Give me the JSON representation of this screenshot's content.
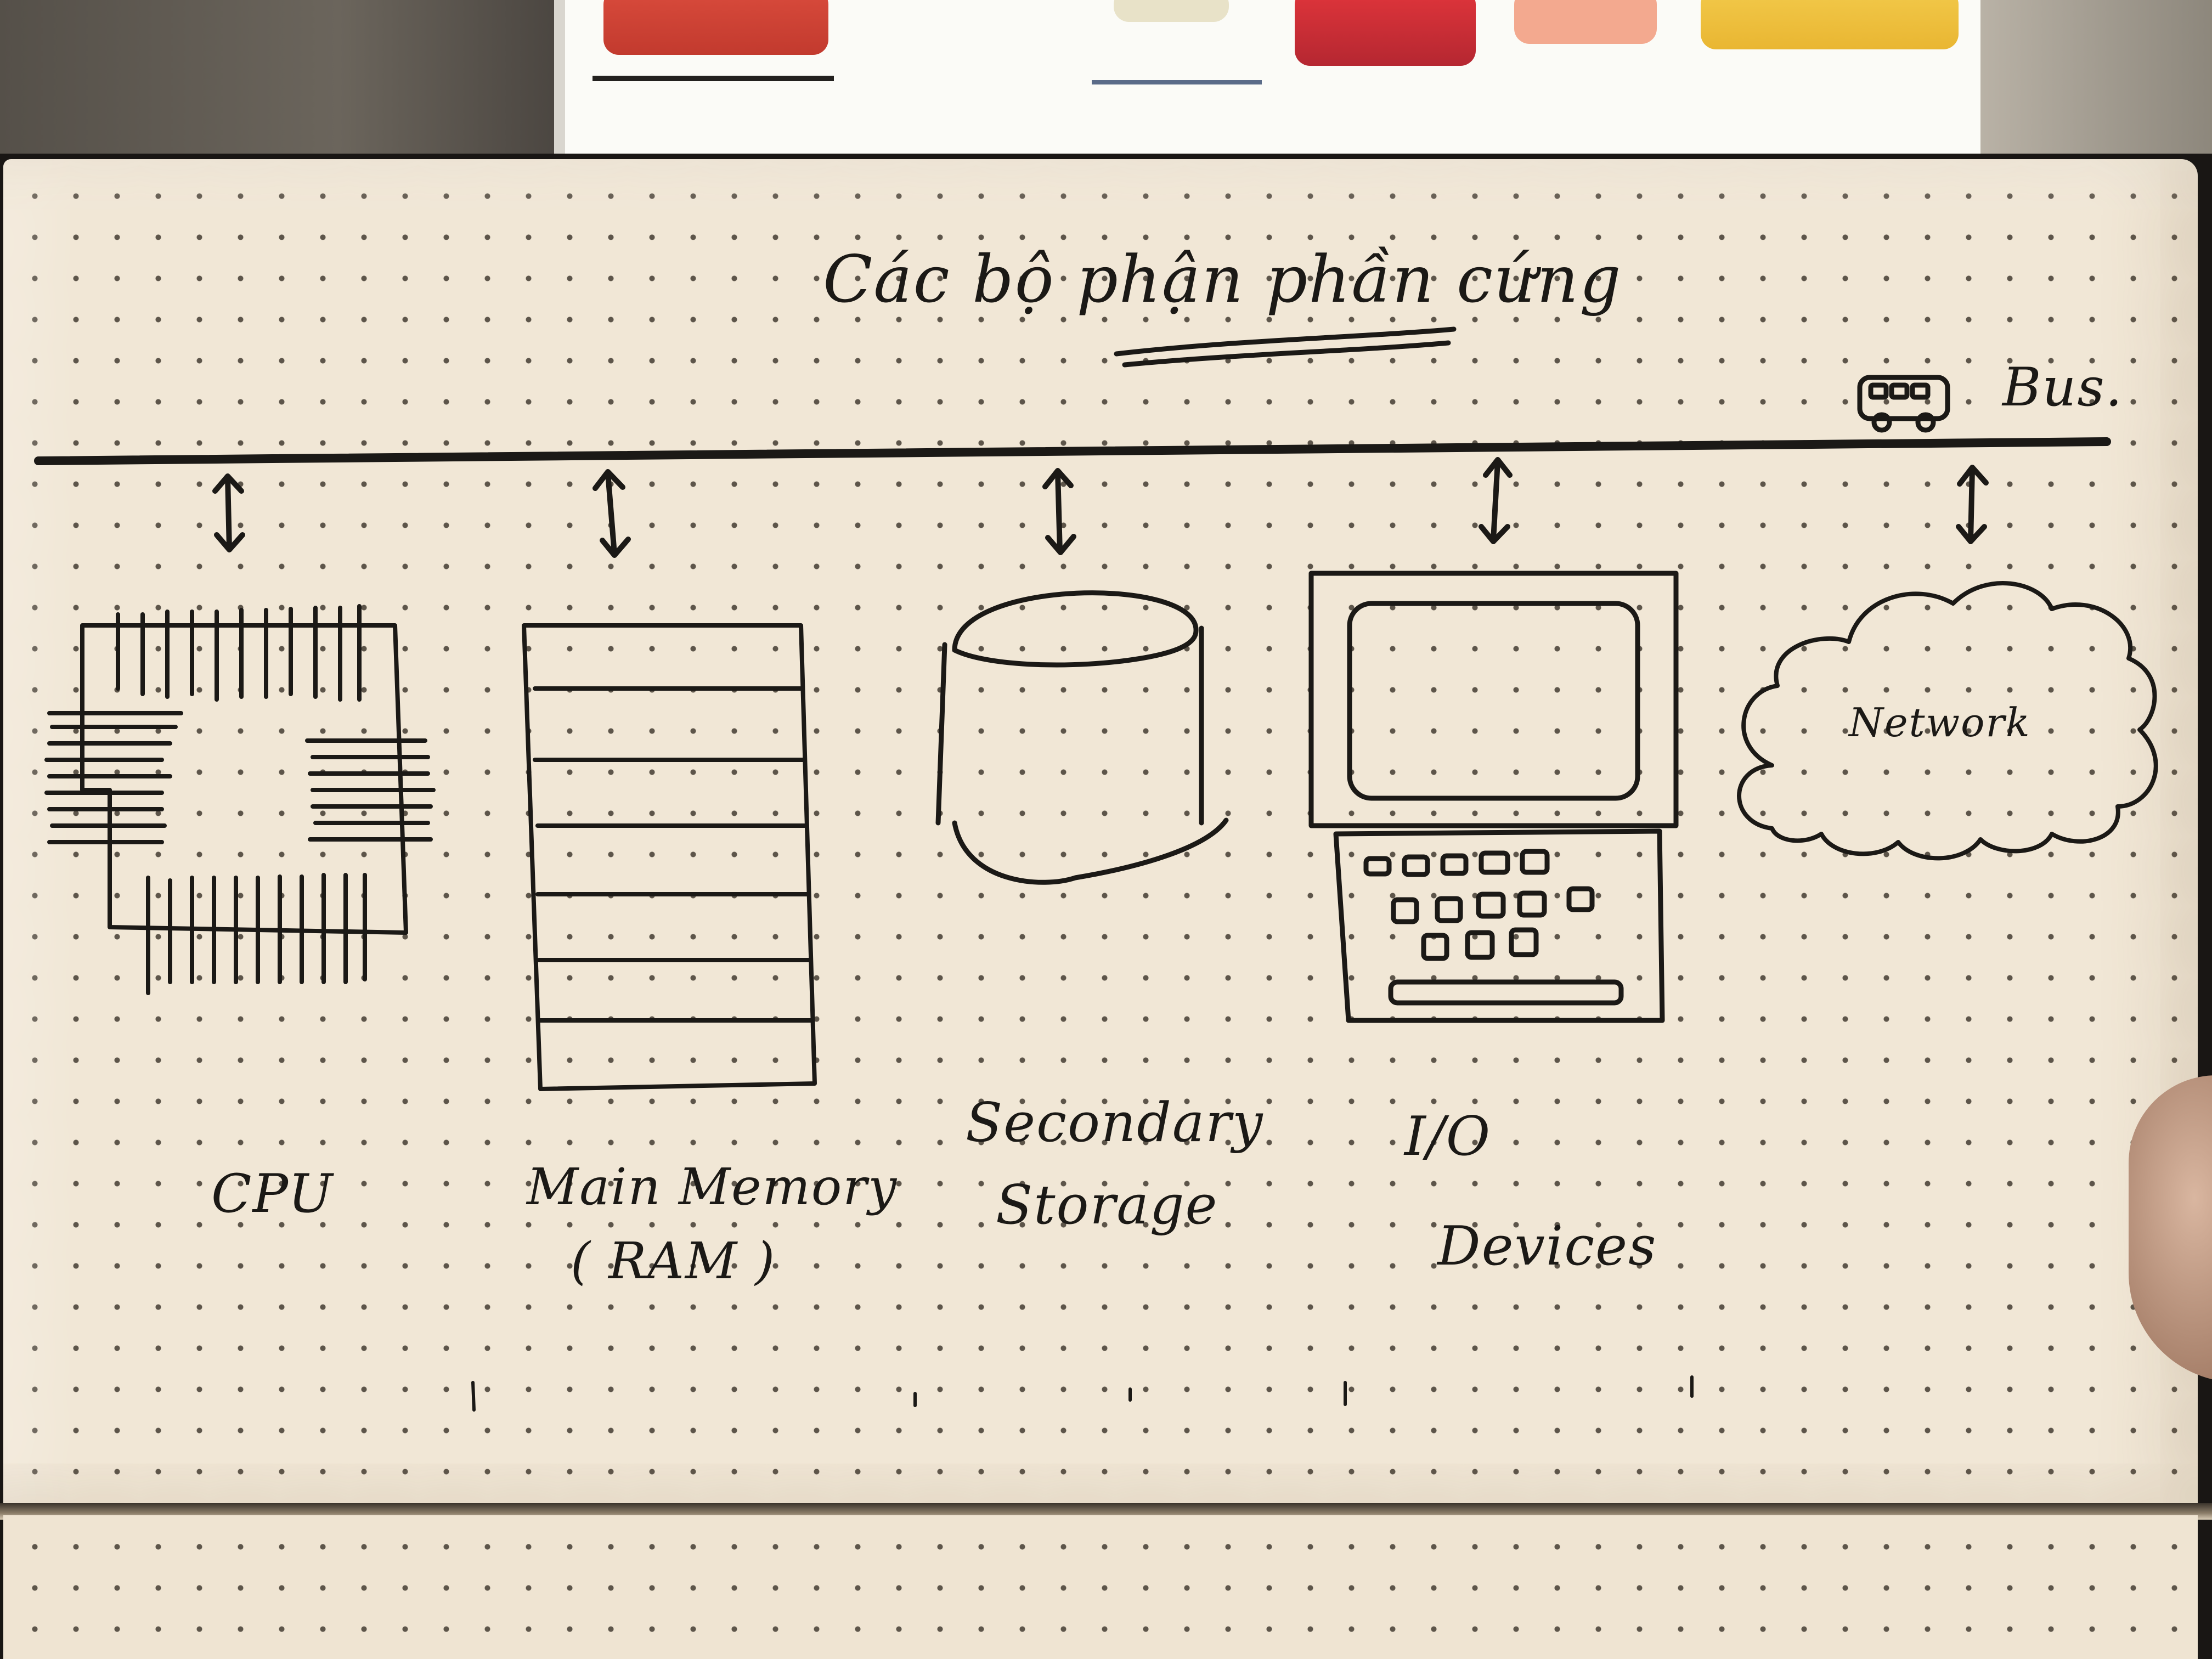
{
  "title": "Các bộ phận phần cứng",
  "bus": {
    "label": "Bus."
  },
  "components": [
    {
      "id": "cpu",
      "label_lines": [
        "CPU"
      ]
    },
    {
      "id": "main-memory",
      "label_lines": [
        "Main Memory",
        "( RAM )"
      ]
    },
    {
      "id": "secondary-storage",
      "label_lines": [
        "Secondary",
        "Storage"
      ]
    },
    {
      "id": "io-devices",
      "label_lines": [
        "I/O",
        "Devices"
      ]
    },
    {
      "id": "network",
      "label_lines": [
        "Network"
      ]
    }
  ],
  "colors": {
    "ink": "#1b1916",
    "paper": "#f1e7d6",
    "dots": "#5d554a"
  },
  "icons": [
    "bus-icon",
    "cpu-chip-icon",
    "ram-stack-icon",
    "storage-cylinder-icon",
    "computer-terminal-icon",
    "cloud-icon",
    "double-arrow-icon"
  ]
}
